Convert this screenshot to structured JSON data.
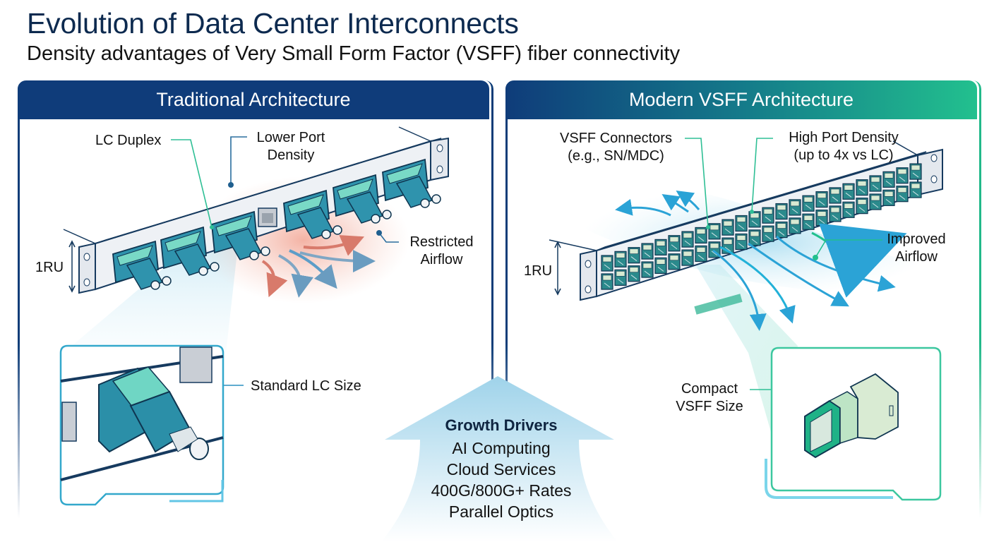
{
  "header": {
    "title": "Evolution of Data Center Interconnects",
    "subtitle": "Density advantages of Very Small Form Factor (VSFF) fiber connectivity"
  },
  "left_panel": {
    "title": "Traditional Architecture",
    "accent_color": "#0f3c7a",
    "labels": {
      "connector": "LC Duplex",
      "density_line1": "Lower Port",
      "density_line2": "Density",
      "airflow_line1": "Restricted",
      "airflow_line2": "Airflow",
      "rack_unit": "1RU",
      "detail": "Standard LC Size"
    },
    "port_count": 6
  },
  "right_panel": {
    "title": "Modern VSFF Architecture",
    "accent_color": "#22c08e",
    "labels": {
      "connector_line1": "VSFF Connectors",
      "connector_line2": "(e.g., SN/MDC)",
      "density_line1": "High Port Density",
      "density_line2": "(up to 4x vs LC)",
      "airflow_line1": "Improved",
      "airflow_line2": "Airflow",
      "rack_unit": "1RU",
      "detail_line1": "Compact",
      "detail_line2": "VSFF Size"
    }
  },
  "growth_drivers": {
    "heading": "Growth Drivers",
    "items": [
      "AI Computing",
      "Cloud Services",
      "400G/800G+ Rates",
      "Parallel Optics"
    ]
  }
}
